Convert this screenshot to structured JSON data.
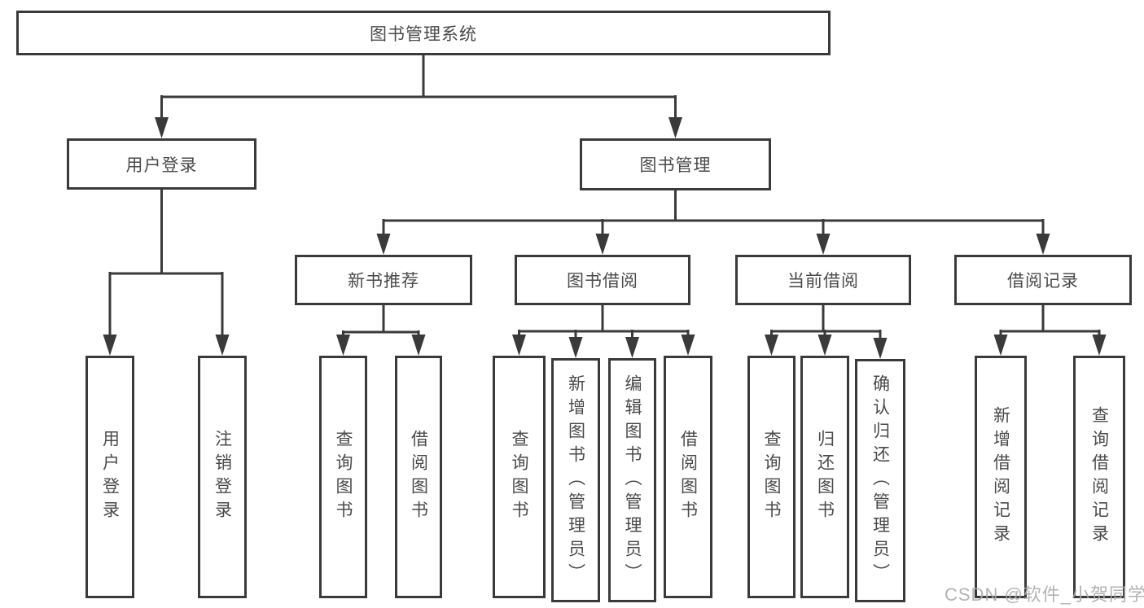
{
  "colors": {
    "line": "#3a3a3a",
    "text": "#4a4a4a",
    "watermark": "#ababab",
    "background": "#ffffff"
  },
  "tree": {
    "root": {
      "label": "图书管理系统"
    },
    "login": {
      "label": "用户登录",
      "children": [
        {
          "label": "用户登录"
        },
        {
          "label": "注销登录"
        }
      ]
    },
    "management": {
      "label": "图书管理",
      "sections": [
        {
          "label": "新书推荐",
          "children": [
            {
              "label": "查询图书"
            },
            {
              "label": "借阅图书"
            }
          ]
        },
        {
          "label": "图书借阅",
          "children": [
            {
              "label": "查询图书"
            },
            {
              "label": "新增图书（管理员）"
            },
            {
              "label": "编辑图书（管理员）"
            },
            {
              "label": "借阅图书"
            }
          ]
        },
        {
          "label": "当前借阅",
          "children": [
            {
              "label": "查询图书"
            },
            {
              "label": "归还图书"
            },
            {
              "label": "确认归还（管理员）"
            }
          ]
        },
        {
          "label": "借阅记录",
          "children": [
            {
              "label": "新增借阅记录"
            },
            {
              "label": "查询借阅记录"
            }
          ]
        }
      ]
    }
  },
  "watermark": {
    "text": "CSDN @软件_小贺同学"
  }
}
